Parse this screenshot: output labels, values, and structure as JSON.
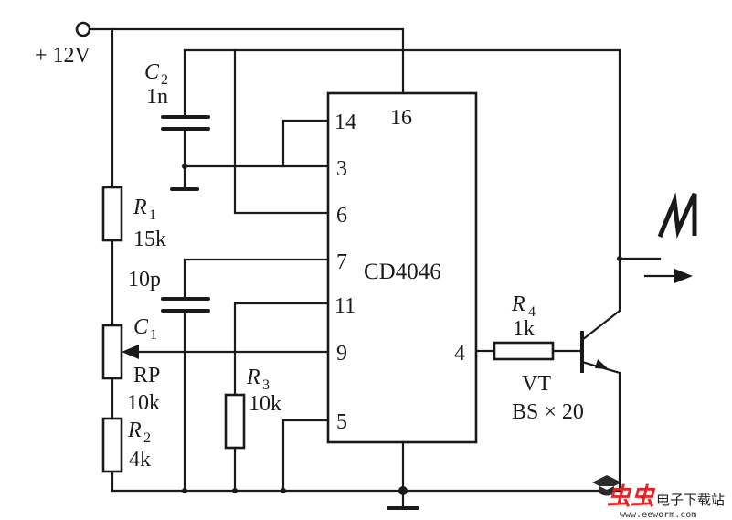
{
  "supply": {
    "label": "+ 12V"
  },
  "ic": {
    "name": "CD4046",
    "pins": [
      "14",
      "16",
      "3",
      "6",
      "7",
      "11",
      "9",
      "5",
      "4"
    ]
  },
  "components": {
    "c2": {
      "ref": "C",
      "sub": "2",
      "value": "1n"
    },
    "r1": {
      "ref": "R",
      "sub": "1",
      "value": "15k"
    },
    "c1": {
      "ref": "C",
      "sub": "1",
      "value": "10p"
    },
    "rp": {
      "ref": "RP",
      "value": "10k"
    },
    "r2": {
      "ref": "R",
      "sub": "2",
      "value": "4k"
    },
    "r3": {
      "ref": "R",
      "sub": "3",
      "value": "10k"
    },
    "r4": {
      "ref": "R",
      "sub": "4",
      "value": "1k"
    },
    "vt": {
      "ref": "VT",
      "value": "BS × 20"
    }
  },
  "waveform": {
    "label": "M"
  },
  "watermark": {
    "logo": "虫虫",
    "site_name": "电子下载站",
    "url": "www.eeworm.com",
    "logo_color": "#e0262a"
  }
}
